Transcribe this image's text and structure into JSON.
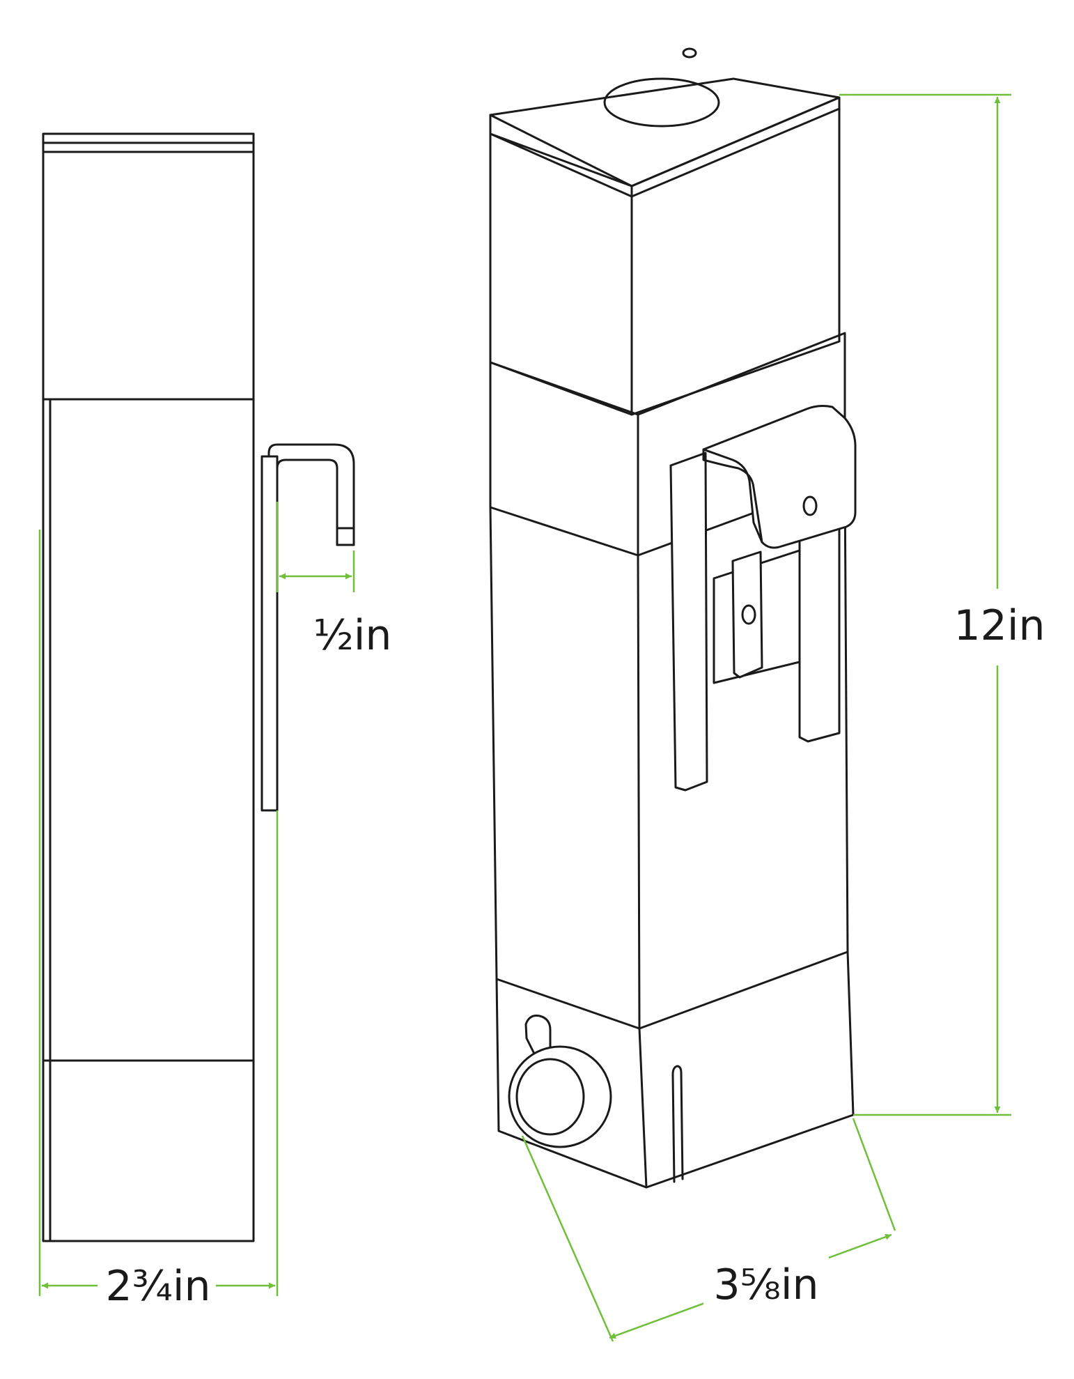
{
  "dimensions": {
    "depth": "2¾in",
    "hook_gap": "½in",
    "height": "12in",
    "width": "3⅝in"
  },
  "colors": {
    "line": "#1a1a1a",
    "dimension": "#6fbf3a",
    "background": "#ffffff"
  }
}
